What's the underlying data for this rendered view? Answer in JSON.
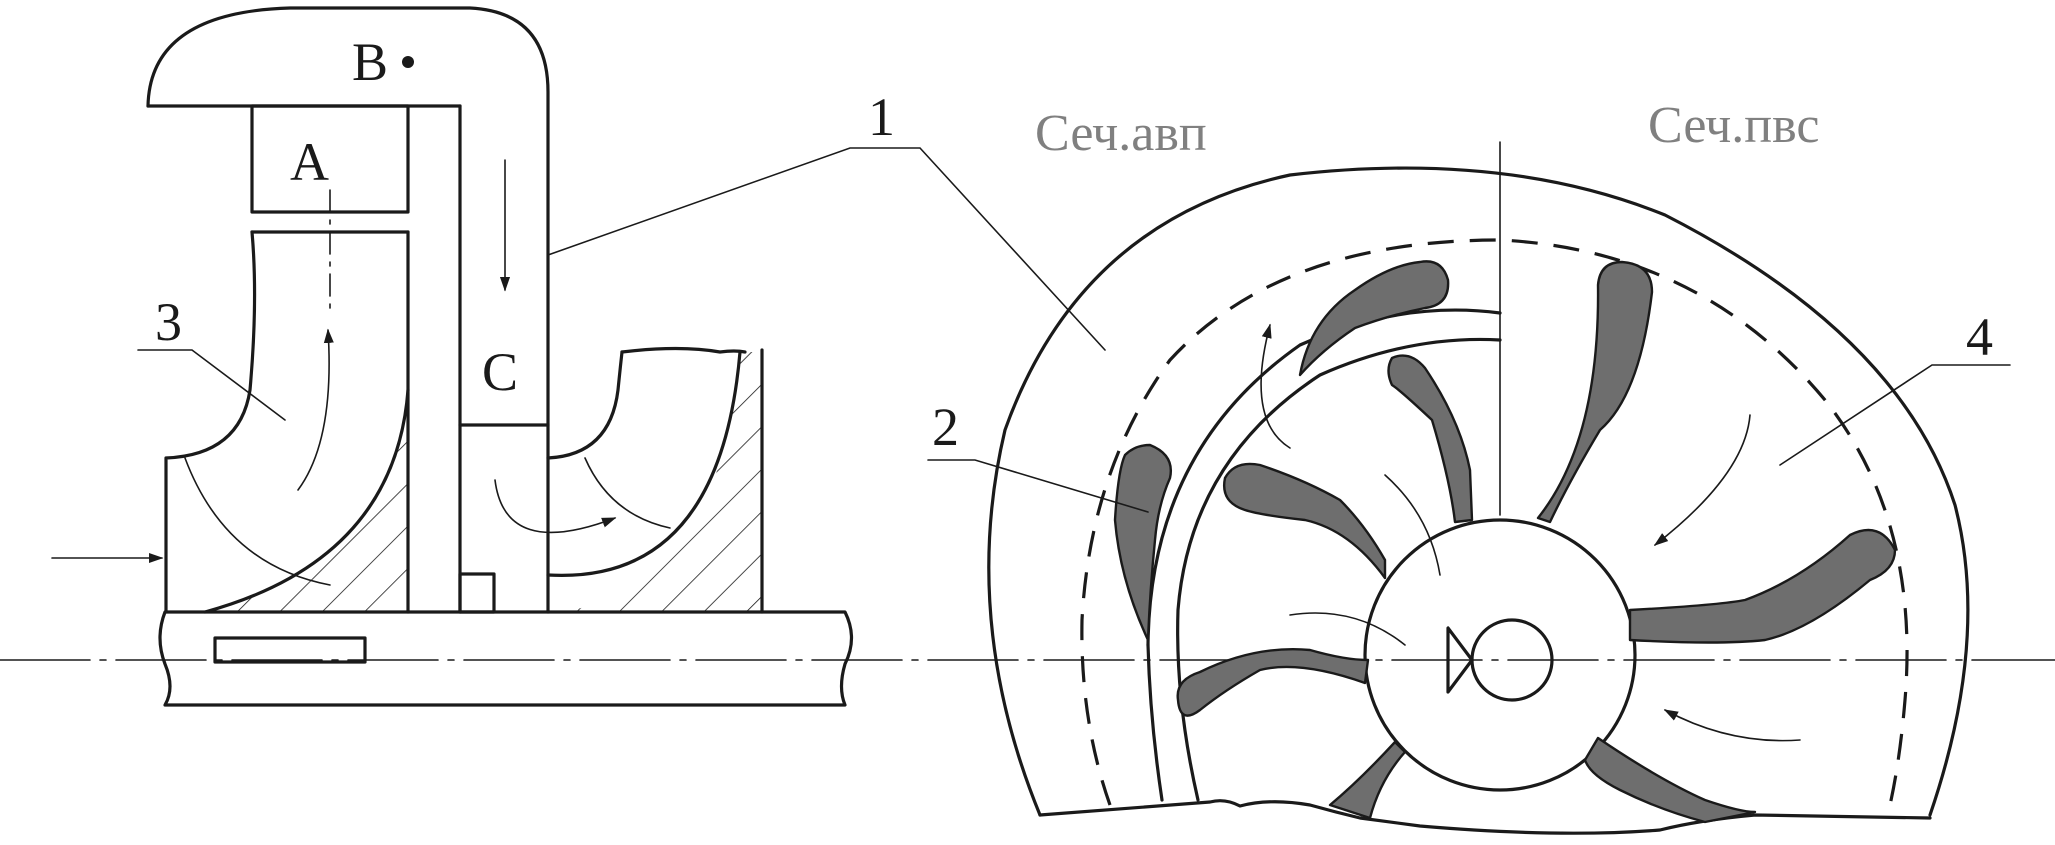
{
  "labels": {
    "A": "A",
    "B": "B",
    "C": "C",
    "n1": "1",
    "n2": "2",
    "n3": "3",
    "n4": "4"
  },
  "sections": {
    "left": "Сеч.авп",
    "right": "Сеч.пвс"
  }
}
